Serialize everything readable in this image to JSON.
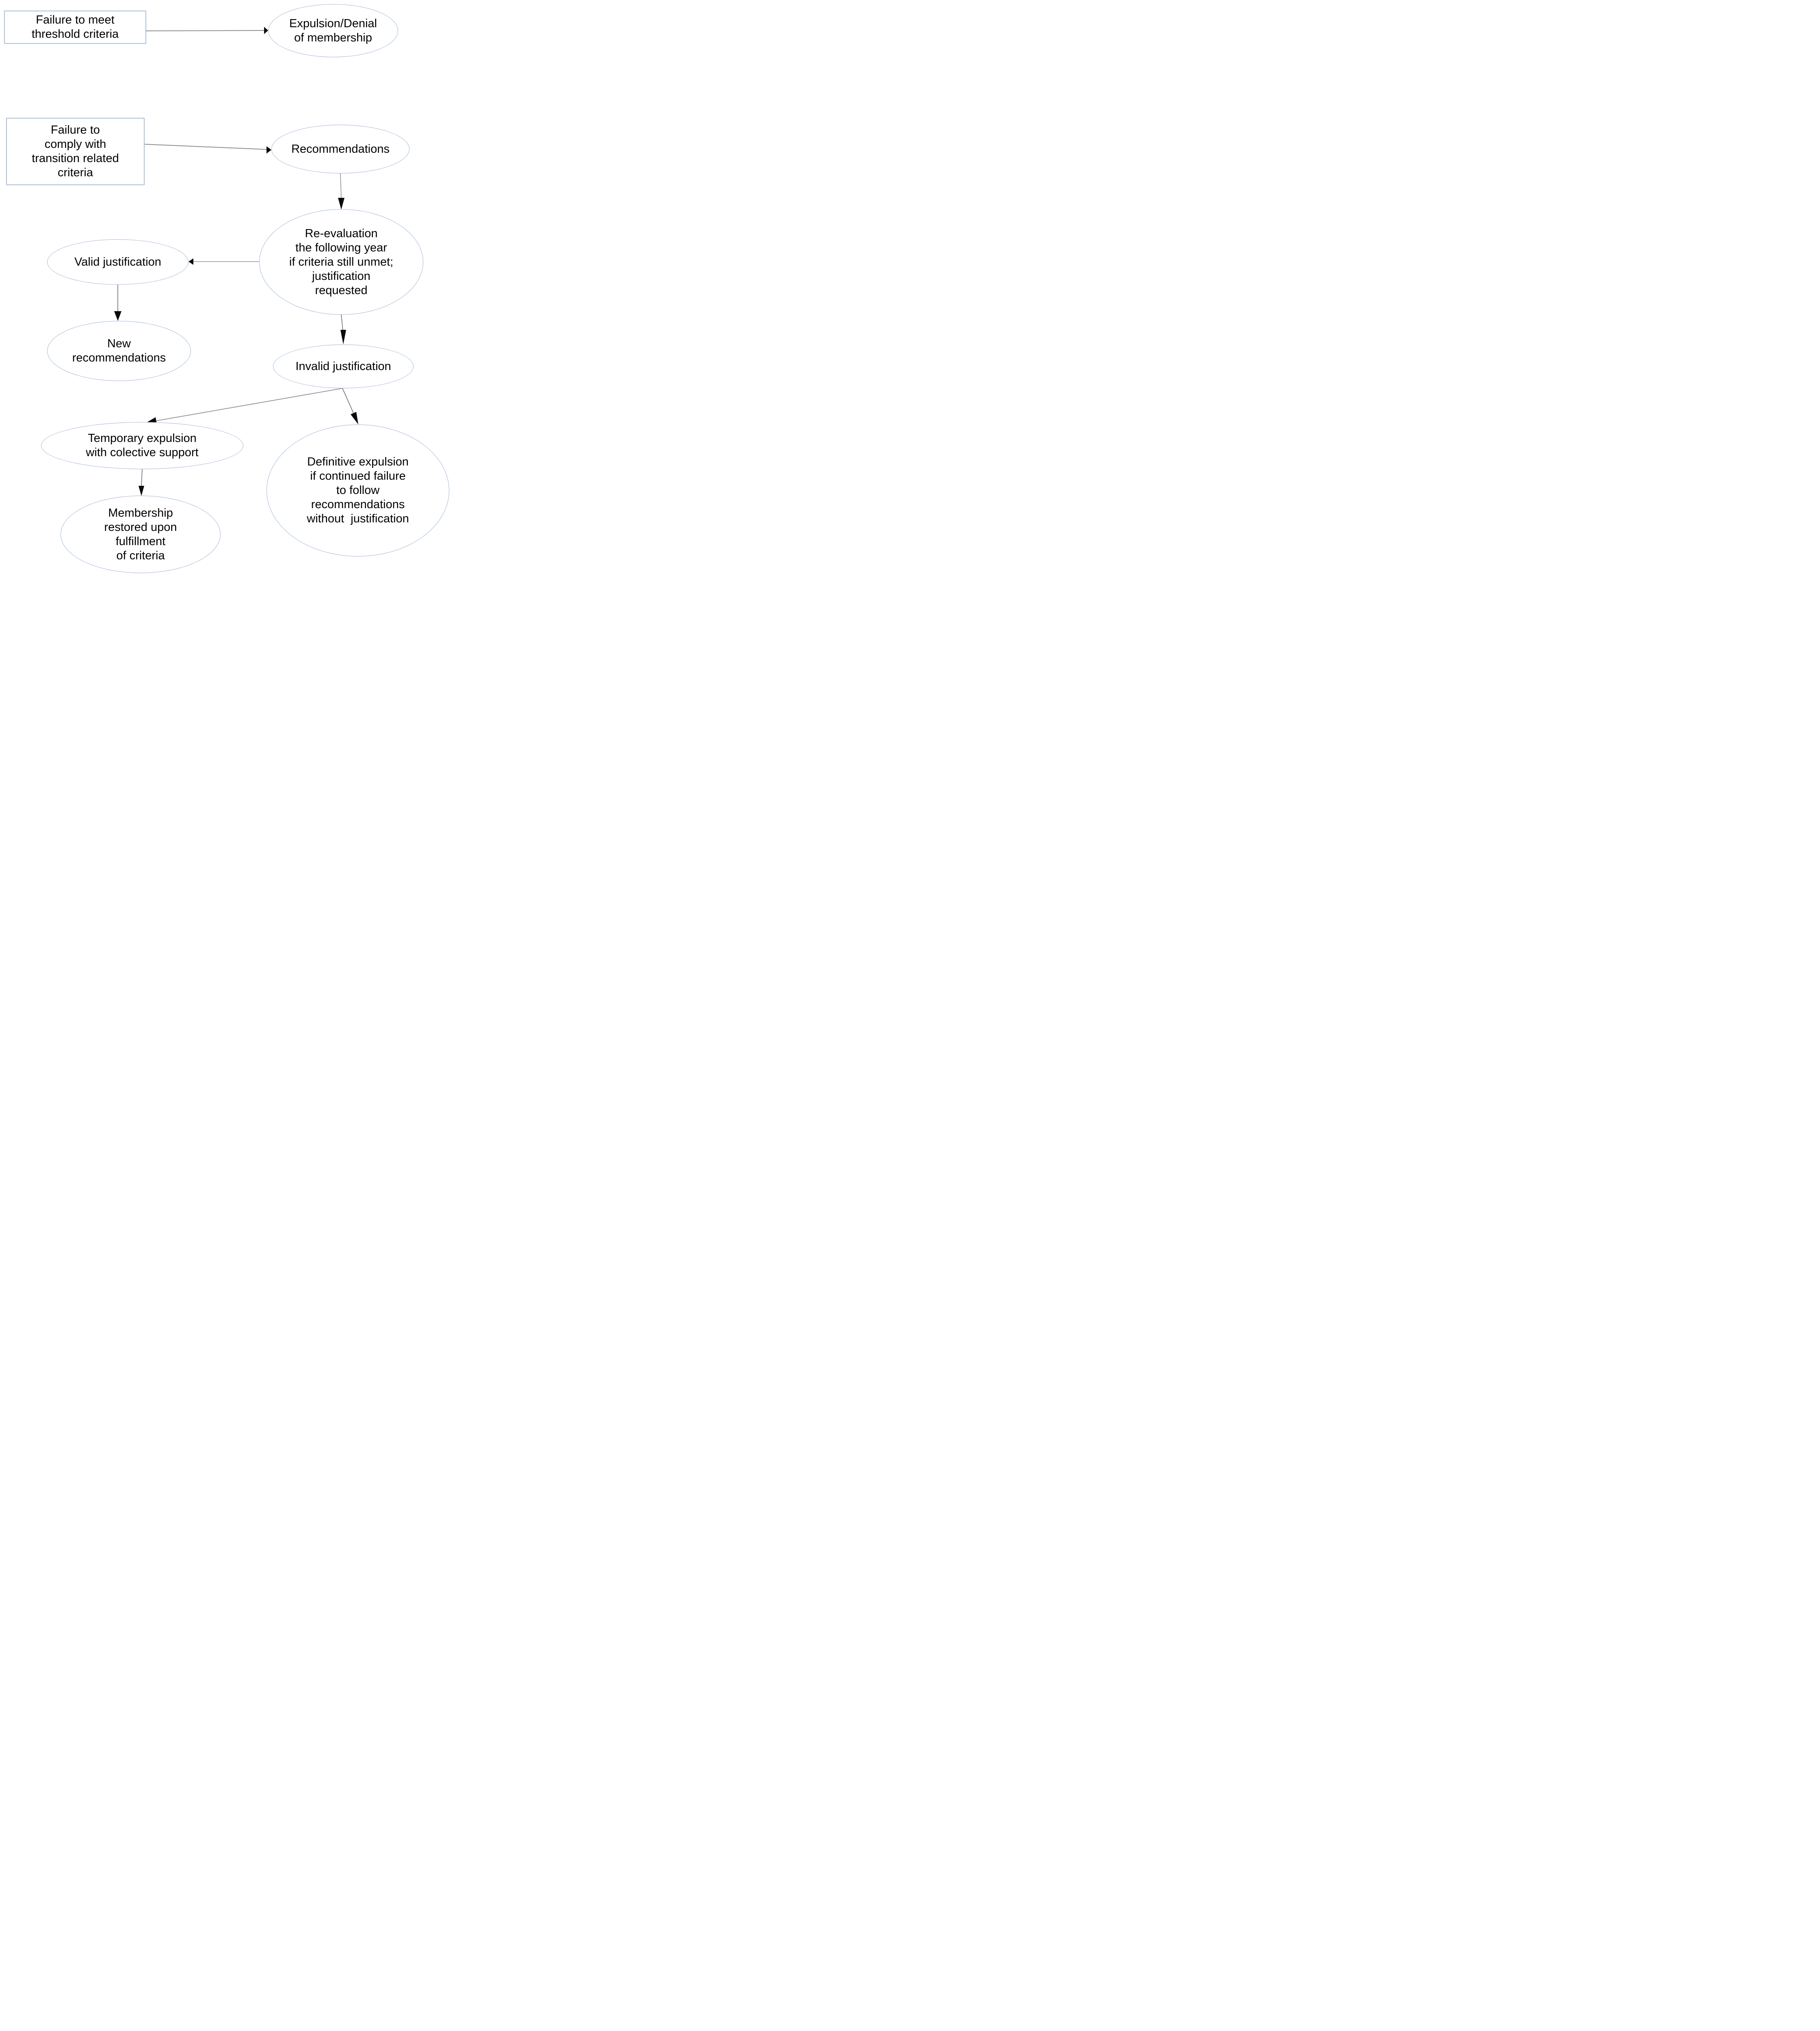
{
  "colors": {
    "background": "#ffffff",
    "node_fill": "#ffffff",
    "node_border": "#9fb6d4",
    "rect_border": "#a9c0d8",
    "edge_gray": "#8f8f8f",
    "edge_dark": "#3c3c3c",
    "arrowhead": "#0b0b0b",
    "text": "#000000"
  },
  "nodes": {
    "failure_threshold": {
      "shape": "rectangle",
      "label": "Failure to meet\nthreshold criteria"
    },
    "expulsion_denial": {
      "shape": "ellipse",
      "label": "Expulsion/Denial\nof membership"
    },
    "failure_transition": {
      "shape": "rectangle",
      "label": "Failure to\ncomply with\ntransition related\ncriteria"
    },
    "recommendations": {
      "shape": "ellipse",
      "label": "Recommendations"
    },
    "reevaluation": {
      "shape": "ellipse",
      "label": "Re-evaluation\nthe following year\nif criteria still unmet;\njustification\nrequested"
    },
    "valid_justification": {
      "shape": "ellipse",
      "label": "Valid justification"
    },
    "new_recommendations": {
      "shape": "ellipse",
      "label": "New\nrecommendations"
    },
    "invalid_justification": {
      "shape": "ellipse",
      "label": "Invalid justification"
    },
    "temporary_expulsion": {
      "shape": "ellipse",
      "label": "Temporary expulsion\nwith colective support"
    },
    "definitive_expulsion": {
      "shape": "ellipse",
      "label": "Definitive expulsion\nif continued failure\nto follow\nrecommendations\nwithout  justification"
    },
    "membership_restored": {
      "shape": "ellipse",
      "label": "Membership\nrestored upon\nfulfillment\nof criteria"
    }
  },
  "edges": [
    {
      "from": "failure_threshold",
      "to": "expulsion_denial"
    },
    {
      "from": "failure_transition",
      "to": "recommendations"
    },
    {
      "from": "recommendations",
      "to": "reevaluation"
    },
    {
      "from": "reevaluation",
      "to": "valid_justification"
    },
    {
      "from": "valid_justification",
      "to": "new_recommendations"
    },
    {
      "from": "reevaluation",
      "to": "invalid_justification"
    },
    {
      "from": "invalid_justification",
      "to": "temporary_expulsion"
    },
    {
      "from": "invalid_justification",
      "to": "definitive_expulsion"
    },
    {
      "from": "temporary_expulsion",
      "to": "membership_restored"
    }
  ]
}
